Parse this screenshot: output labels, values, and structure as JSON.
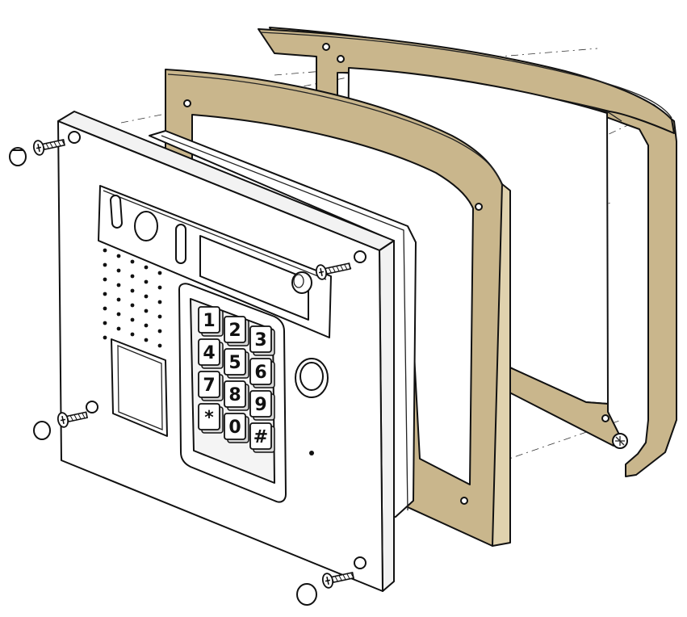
{
  "diagram": {
    "colors": {
      "frame_fill": "#c9b68c",
      "panel_fill": "#ffffff",
      "line": "#111111"
    },
    "keypad_keys": [
      "1",
      "2",
      "3",
      "4",
      "5",
      "6",
      "7",
      "8",
      "9",
      "*",
      "0",
      "#"
    ],
    "parts": [
      "rain-visor-hood",
      "mounting-frame",
      "intercom-front-panel",
      "mounting-screws",
      "screw-caps"
    ]
  }
}
